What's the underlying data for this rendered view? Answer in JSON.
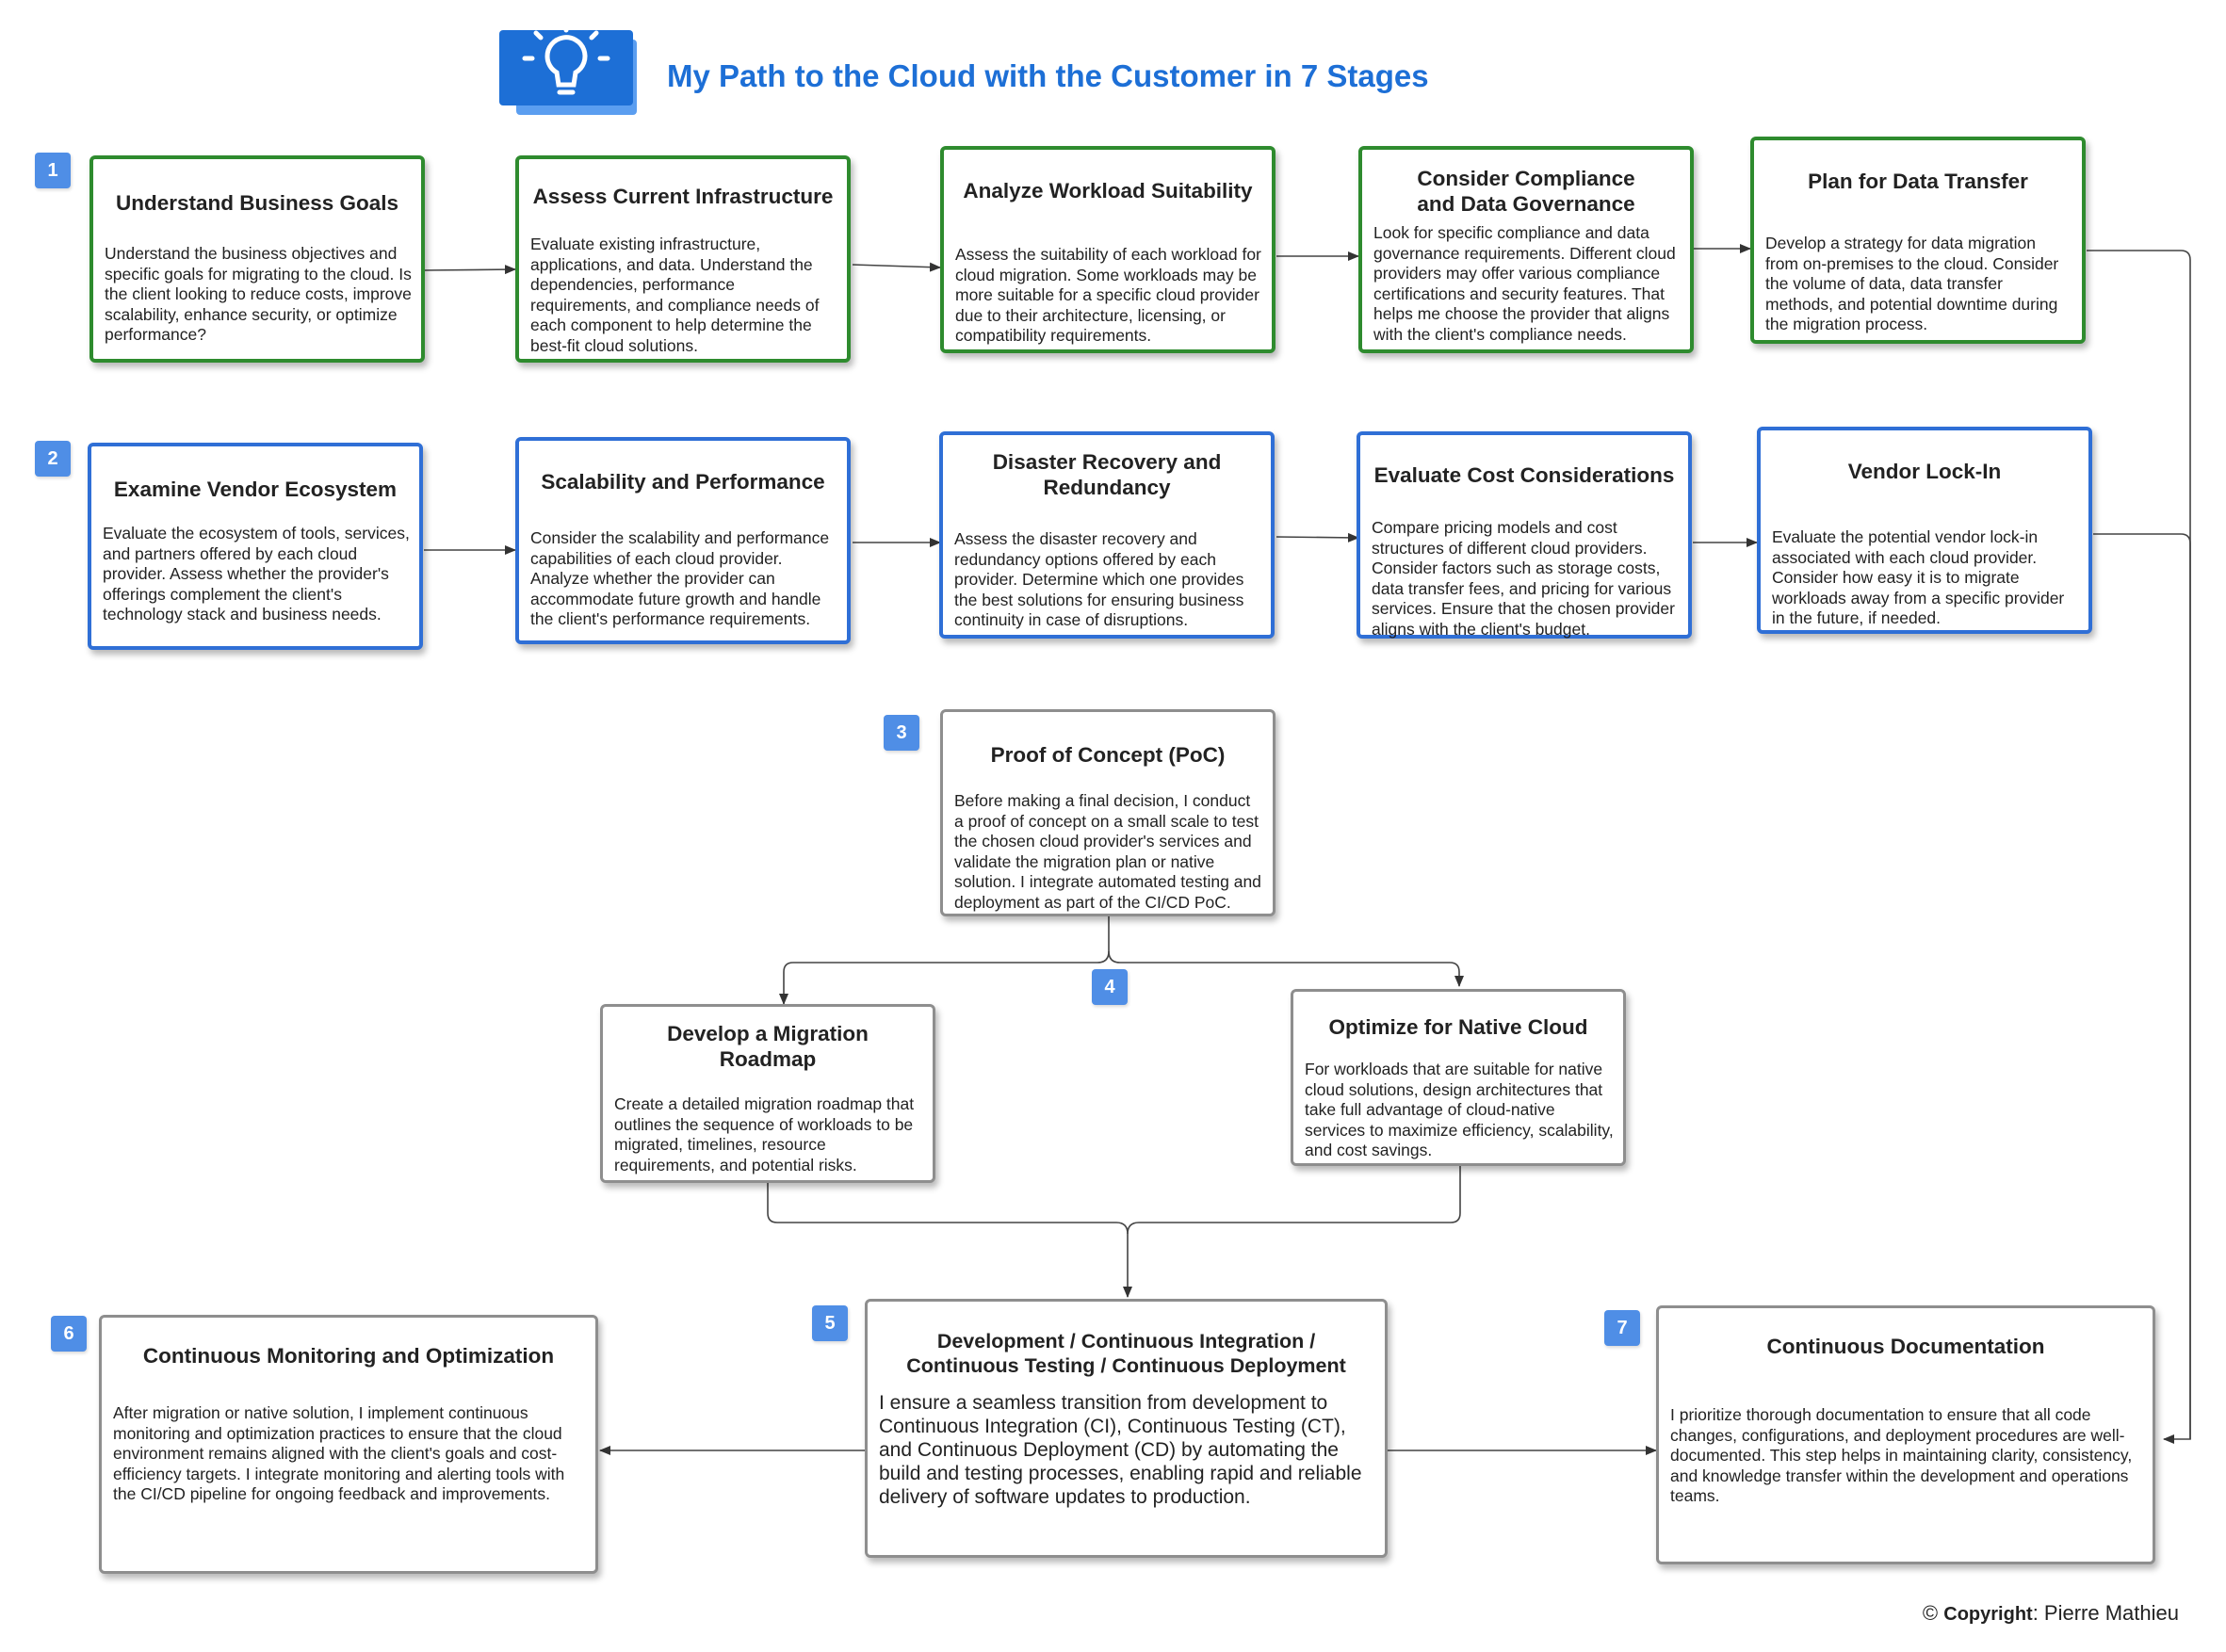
{
  "title": "My Path to the Cloud with the Customer in 7 Stages",
  "copyright": {
    "label": "Copyright",
    "owner": ": Pierre Mathieu",
    "symbol": "©"
  },
  "stage_numbers": [
    "1",
    "2",
    "3",
    "4",
    "5",
    "6",
    "7"
  ],
  "stage1": [
    {
      "title": "Understand Business Goals",
      "text": "Understand the business objectives and specific goals for migrating to the cloud. Is the client looking to reduce costs, improve scalability, enhance security, or optimize performance?"
    },
    {
      "title": "Assess Current Infrastructure",
      "text": "Evaluate existing infrastructure, applications, and data. Understand the dependencies, performance requirements, and compliance needs of each component to help determine the best-fit cloud solutions."
    },
    {
      "title": "Analyze Workload Suitability",
      "text": "Assess the suitability of each workload for cloud migration. Some workloads may be more suitable for a specific cloud provider due to their architecture, licensing, or compatibility requirements."
    },
    {
      "title": "Consider Compliance and Data Governance",
      "text": "Look for specific compliance and data governance requirements. Different cloud providers may offer various compliance certifications and security features. That helps me choose the provider that aligns with the client's compliance needs."
    },
    {
      "title": "Plan for Data Transfer",
      "text": "Develop a strategy for data migration from on-premises to the cloud. Consider the volume of data, data transfer methods, and potential downtime during the migration process."
    }
  ],
  "stage2": [
    {
      "title": "Examine Vendor Ecosystem",
      "text": "Evaluate the ecosystem of tools, services, and partners offered by each cloud provider. Assess whether the provider's offerings complement the client's technology stack and business needs."
    },
    {
      "title": "Scalability and Performance",
      "text": "Consider the scalability and performance capabilities of each cloud provider. Analyze whether the provider can accommodate future growth and handle the client's performance requirements."
    },
    {
      "title": "Disaster Recovery and Redundancy",
      "text": "Assess the disaster recovery and redundancy options offered by each provider. Determine which one provides the best solutions for ensuring business continuity in case of disruptions."
    },
    {
      "title": "Evaluate Cost Considerations",
      "text": "Compare pricing models and cost structures of different cloud providers. Consider factors such as storage costs, data transfer fees, and pricing for various services. Ensure that the chosen provider aligns with the client's budget."
    },
    {
      "title": "Vendor Lock-In",
      "text": "Evaluate the potential vendor lock-in associated with each cloud provider. Consider how easy it is to migrate workloads away from a specific provider in the future, if needed."
    }
  ],
  "stage3": {
    "title": "Proof of Concept (PoC)",
    "text": "Before making a final decision, I conduct a proof of concept on a small scale to test the chosen cloud provider's services and validate the migration plan or native solution. I integrate automated testing and deployment as part of the CI/CD PoC."
  },
  "stage4": [
    {
      "title": "Develop a Migration Roadmap",
      "text": "Create a detailed migration roadmap that outlines the sequence of workloads to be migrated, timelines, resource requirements, and potential risks."
    },
    {
      "title": "Optimize for Native Cloud",
      "text": "For workloads that are suitable for native cloud solutions, design architectures that take full advantage of cloud-native services to maximize efficiency, scalability, and cost savings."
    }
  ],
  "stage5": {
    "title": "Development / Continuous Integration / Continuous Testing / Continuous Deployment",
    "text": "I ensure a seamless transition from development to Continuous Integration (CI), Continuous Testing (CT), and Continuous Deployment (CD) by automating the build and testing processes, enabling rapid and reliable delivery of software updates to production."
  },
  "stage6": {
    "title": "Continuous Monitoring and Optimization",
    "text": "After migration or native solution, I implement continuous monitoring and optimization practices to ensure that the cloud environment remains aligned with the client's goals and cost-efficiency targets. I integrate monitoring and alerting tools with the CI/CD pipeline for ongoing feedback and improvements."
  },
  "stage7": {
    "title": "Continuous Documentation",
    "text": "I prioritize thorough documentation to ensure that all code changes, configurations, and deployment procedures are well-documented. This step helps in maintaining clarity, consistency, and knowledge transfer within the development and operations teams."
  },
  "colors": {
    "accent": "#1d6fd6",
    "stage1_border": "#2e8b2e",
    "stage2_border": "#2f6fd6",
    "neutral_border": "#8e8e8e",
    "badge": "#4f8ee6"
  },
  "icons": [
    "lightbulb-icon"
  ]
}
